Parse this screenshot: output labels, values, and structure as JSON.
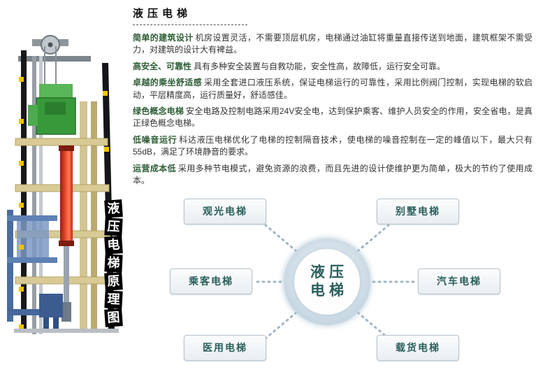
{
  "colors": {
    "feature_lead": "#2e5d36",
    "body_text": "#333333",
    "node_text": "#2b5f5c",
    "node_border": "#b8c3ca",
    "dotted_line": "#9fb6c4",
    "caption_bg": "#000000",
    "caption_text": "#ffffff"
  },
  "header": {
    "title": "液压电梯"
  },
  "features": [
    {
      "lead": "简单的建筑设计",
      "text": "机房设置灵活，不需要顶层机房，电梯通过油缸将重量直接传送到地面，建筑框架不需受力，对建筑的设计大有裨益。"
    },
    {
      "lead": "高安全、可靠性",
      "text": "具有多种安全装置与自救功能，安全性高，故障低，运行安全可靠。"
    },
    {
      "lead": "卓越的乘坐舒适感",
      "text": "采用全套进口液压系统，保证电梯运行的可靠性，采用比例阀门控制，实现电梯的软启动，平层精度高，运行质量好，舒适感佳。"
    },
    {
      "lead": "绿色概念电梯",
      "text": "安全电路及控制电路采用24V安全电，达到保护乘客、维护人员安全的作用，安全省电，是真正绿色概念电梯。"
    },
    {
      "lead": "低噪音运行",
      "text": "科达液压电梯优化了电梯的控制隔音技术，使电梯的噪音控制在一定的峰值以下，最大只有55dB，满足了环境静音的要求。"
    },
    {
      "lead": "运营成本低",
      "text": "采用多种节电模式，避免资源的浪费，而且先进的设计使维护更为简单，极大的节约了使用成本。"
    }
  ],
  "illustration": {
    "caption": "液压电梯原理图",
    "caption_chars": [
      "液",
      "压",
      "电",
      "梯",
      "原",
      "理",
      "图"
    ]
  },
  "diagram": {
    "center": {
      "line1": "液压",
      "line2": "电梯"
    },
    "nodes": [
      {
        "label": "观光电梯"
      },
      {
        "label": "别墅电梯"
      },
      {
        "label": "乘客电梯"
      },
      {
        "label": "汽车电梯"
      },
      {
        "label": "医用电梯"
      },
      {
        "label": "载货电梯"
      }
    ]
  }
}
